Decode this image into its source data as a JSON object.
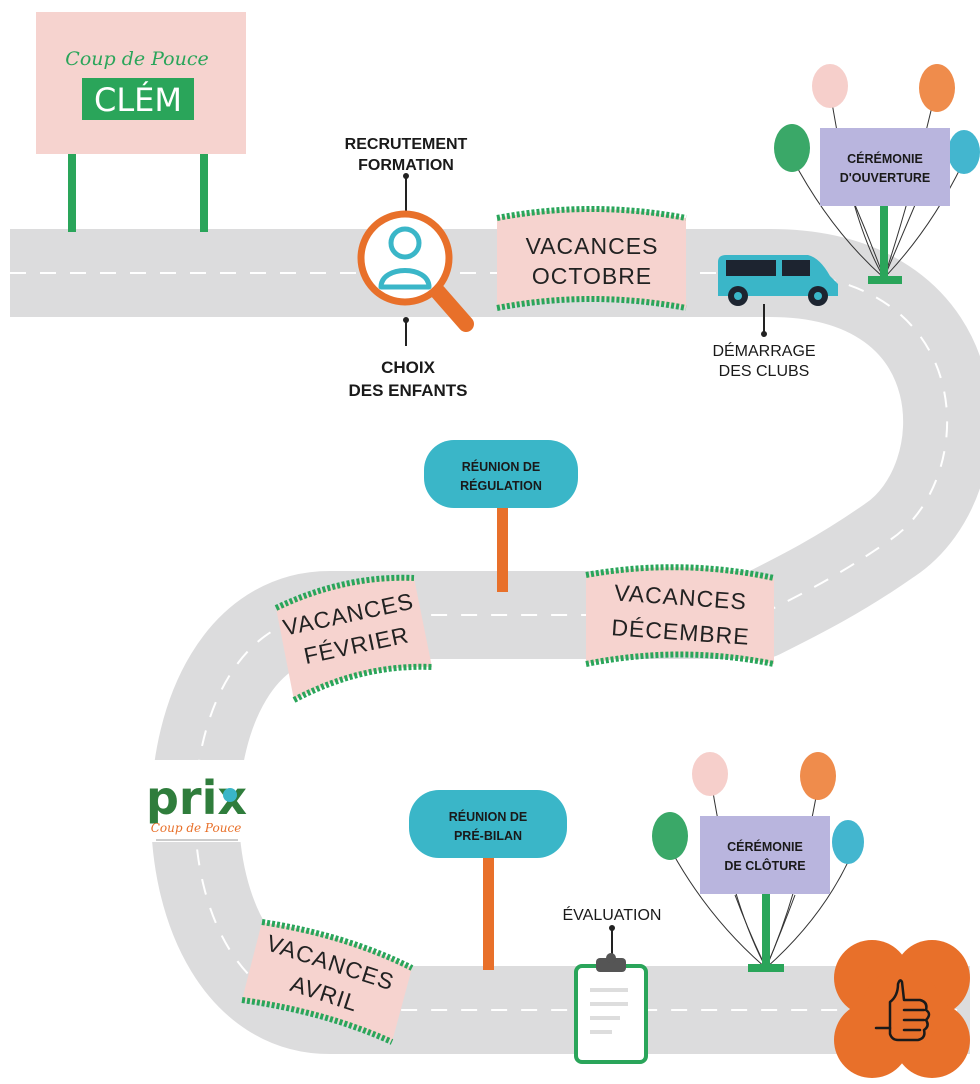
{
  "brand": {
    "billboard_script": "Coup de Pouce",
    "billboard_title": "CLÉM",
    "prix_title": "prix",
    "prix_script": "Coup de Pouce"
  },
  "milestones": {
    "recrutement_1": "RECRUTEMENT",
    "recrutement_2": "FORMATION",
    "choix_1": "CHOIX",
    "choix_2": "DES ENFANTS",
    "demarrage_1": "DÉMARRAGE",
    "demarrage_2": "DES CLUBS",
    "ouverture_1": "CÉRÉMONIE",
    "ouverture_2": "D'OUVERTURE",
    "regulation_1": "RÉUNION DE",
    "regulation_2": "RÉGULATION",
    "prebilan_1": "RÉUNION DE",
    "prebilan_2": "PRÉ-BILAN",
    "evaluation": "ÉVALUATION",
    "cloture_1": "CÉRÉMONIE",
    "cloture_2": "DE CLÔTURE"
  },
  "vacances": {
    "octobre_1": "VACANCES",
    "octobre_2": "OCTOBRE",
    "decembre_1": "VACANCES",
    "decembre_2": "DÉCEMBRE",
    "fevrier_1": "VACANCES",
    "fevrier_2": "FÉVRIER",
    "avril_1": "VACANCES",
    "avril_2": "AVRIL"
  },
  "colors": {
    "road": "#dcdcdd",
    "road_dash": "#ffffff",
    "green": "#2aa55a",
    "pink": "#f6d3cf",
    "lavender": "#b9b5de",
    "teal": "#3ab6c8",
    "orange": "#e8702a",
    "balloon_pink": "#f6cfcb",
    "balloon_orange": "#ef8c4c",
    "balloon_green": "#3aa868",
    "balloon_teal": "#43b6cf"
  }
}
